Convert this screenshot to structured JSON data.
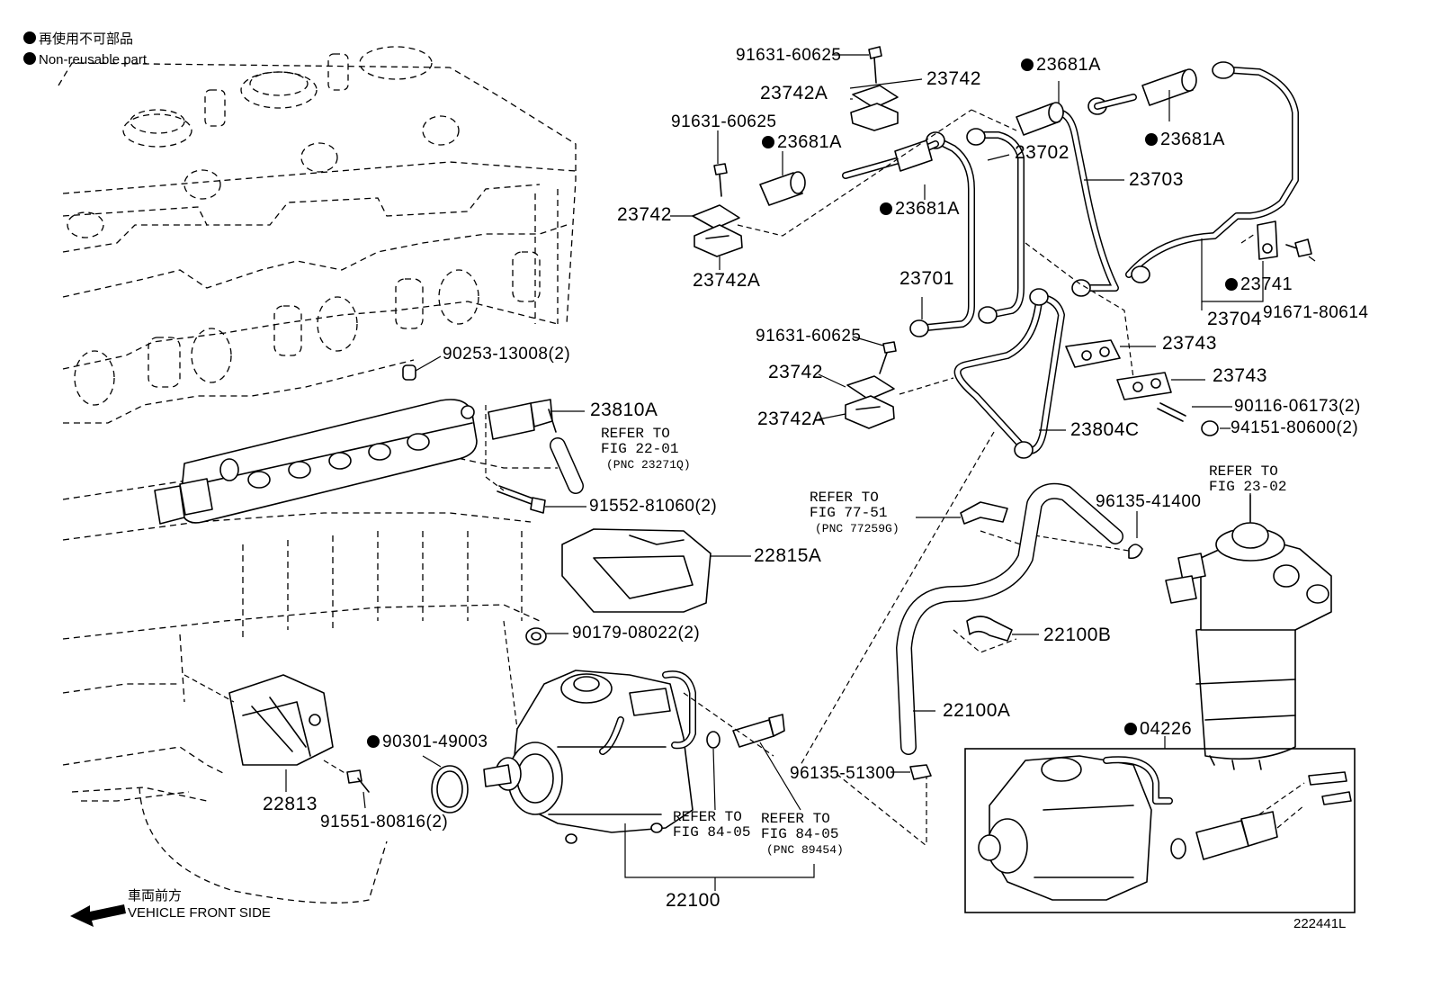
{
  "legend": {
    "line1": "再使用不可部品",
    "line2": "Non-reusable part"
  },
  "front": {
    "jp": "車両前方",
    "en": "VEHICLE FRONT SIDE"
  },
  "figure_id": "222441L",
  "callouts": [
    {
      "key": "c_91631_a",
      "text": "91631-60625",
      "nonreusable": false
    },
    {
      "key": "c_23742_a",
      "text": "23742",
      "nonreusable": false
    },
    {
      "key": "c_23742A_a",
      "text": "23742A",
      "nonreusable": false
    },
    {
      "key": "c_23681A_a",
      "text": "23681A",
      "nonreusable": true
    },
    {
      "key": "c_23702",
      "text": "23702",
      "nonreusable": false
    },
    {
      "key": "c_23703",
      "text": "23703",
      "nonreusable": false
    },
    {
      "key": "c_23681A_b",
      "text": "23681A",
      "nonreusable": true
    },
    {
      "key": "c_91631_b",
      "text": "91631-60625",
      "nonreusable": false
    },
    {
      "key": "c_23681A_c",
      "text": "23681A",
      "nonreusable": true
    },
    {
      "key": "c_23681A_d",
      "text": "23681A",
      "nonreusable": true
    },
    {
      "key": "c_23742_b",
      "text": "23742",
      "nonreusable": false
    },
    {
      "key": "c_23742A_b",
      "text": "23742A",
      "nonreusable": false
    },
    {
      "key": "c_23701",
      "text": "23701",
      "nonreusable": false
    },
    {
      "key": "c_23741",
      "text": "23741",
      "nonreusable": true
    },
    {
      "key": "c_23704",
      "text": "23704",
      "nonreusable": false
    },
    {
      "key": "c_91671",
      "text": "91671-80614",
      "nonreusable": false
    },
    {
      "key": "c_91631_c",
      "text": "91631-60625",
      "nonreusable": false
    },
    {
      "key": "c_23743_a",
      "text": "23743",
      "nonreusable": false
    },
    {
      "key": "c_23743_b",
      "text": "23743",
      "nonreusable": false
    },
    {
      "key": "c_23742_c",
      "text": "23742",
      "nonreusable": false
    },
    {
      "key": "c_23742A_c",
      "text": "23742A",
      "nonreusable": false
    },
    {
      "key": "c_90116",
      "text": "90116-06173(2)",
      "nonreusable": false
    },
    {
      "key": "c_94151",
      "text": "94151-80600(2)",
      "nonreusable": false
    },
    {
      "key": "c_23804C",
      "text": "23804C",
      "nonreusable": false
    },
    {
      "key": "c_90253",
      "text": "90253-13008(2)",
      "nonreusable": false
    },
    {
      "key": "c_23810A",
      "text": "23810A",
      "nonreusable": false
    },
    {
      "key": "c_91552",
      "text": "91552-81060(2)",
      "nonreusable": false
    },
    {
      "key": "c_96135_41400",
      "text": "96135-41400",
      "nonreusable": false
    },
    {
      "key": "c_22815A",
      "text": "22815A",
      "nonreusable": false
    },
    {
      "key": "c_90179",
      "text": "90179-08022(2)",
      "nonreusable": false
    },
    {
      "key": "c_22100B",
      "text": "22100B",
      "nonreusable": false
    },
    {
      "key": "c_22100A",
      "text": "22100A",
      "nonreusable": false
    },
    {
      "key": "c_04226",
      "text": "04226",
      "nonreusable": true
    },
    {
      "key": "c_90301",
      "text": "90301-49003",
      "nonreusable": true
    },
    {
      "key": "c_22813",
      "text": "22813",
      "nonreusable": false
    },
    {
      "key": "c_91551",
      "text": "91551-80816(2)",
      "nonreusable": false
    },
    {
      "key": "c_96135_51300",
      "text": "96135-51300",
      "nonreusable": false
    },
    {
      "key": "c_22100",
      "text": "22100",
      "nonreusable": false
    }
  ],
  "refers": [
    {
      "key": "r_22_01",
      "lines": [
        "REFER TO",
        "FIG 22-01",
        "(PNC 23271Q)"
      ]
    },
    {
      "key": "r_77_51",
      "lines": [
        "REFER TO",
        "FIG 77-51",
        "(PNC 77259G)"
      ]
    },
    {
      "key": "r_23_02",
      "lines": [
        "REFER TO",
        "FIG 23-02"
      ]
    },
    {
      "key": "r_84_05_a",
      "lines": [
        "REFER TO",
        "FIG 84-05"
      ]
    },
    {
      "key": "r_84_05_b",
      "lines": [
        "REFER TO",
        "FIG 84-05",
        "(PNC 89454)"
      ]
    }
  ]
}
